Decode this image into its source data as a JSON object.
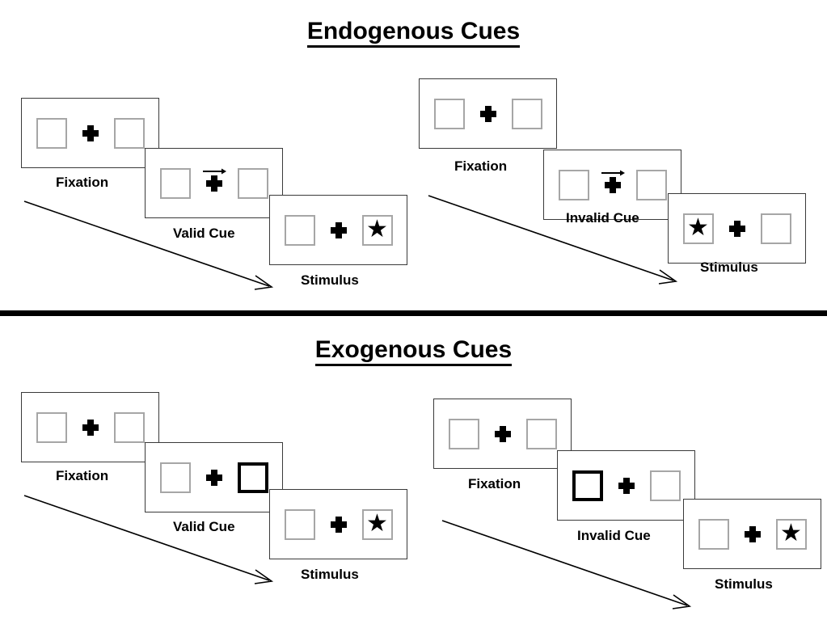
{
  "figure": {
    "sections": [
      {
        "id": "endogenous",
        "title": "Endogenous Cues",
        "sequences": [
          {
            "id": "endogenous-valid",
            "condition_label": "Valid Cue",
            "frames": [
              {
                "label": "Fixation",
                "cue_type": "none",
                "cue_side": "none",
                "target_side": "none"
              },
              {
                "label": "Valid Cue",
                "cue_type": "arrow",
                "cue_side": "right",
                "target_side": "none"
              },
              {
                "label": "Stimulus",
                "cue_type": "none",
                "cue_side": "none",
                "target_side": "right"
              }
            ]
          },
          {
            "id": "endogenous-invalid",
            "condition_label": "Invalid Cue",
            "frames": [
              {
                "label": "Fixation",
                "cue_type": "none",
                "cue_side": "none",
                "target_side": "none"
              },
              {
                "label": "Invalid Cue",
                "cue_type": "arrow",
                "cue_side": "right",
                "target_side": "none"
              },
              {
                "label": "Stimulus",
                "cue_type": "none",
                "cue_side": "none",
                "target_side": "left"
              }
            ]
          }
        ]
      },
      {
        "id": "exogenous",
        "title": "Exogenous Cues",
        "sequences": [
          {
            "id": "exogenous-valid",
            "condition_label": "Valid Cue",
            "frames": [
              {
                "label": "Fixation",
                "cue_type": "none",
                "cue_side": "none",
                "target_side": "none"
              },
              {
                "label": "Valid Cue",
                "cue_type": "box-highlight",
                "cue_side": "right",
                "target_side": "none"
              },
              {
                "label": "Stimulus",
                "cue_type": "none",
                "cue_side": "none",
                "target_side": "right"
              }
            ]
          },
          {
            "id": "exogenous-invalid",
            "condition_label": "Invalid Cue",
            "frames": [
              {
                "label": "Fixation",
                "cue_type": "none",
                "cue_side": "none",
                "target_side": "none"
              },
              {
                "label": "Invalid Cue",
                "cue_type": "box-highlight",
                "cue_side": "left",
                "target_side": "none"
              },
              {
                "label": "Stimulus",
                "cue_type": "none",
                "cue_side": "none",
                "target_side": "right"
              }
            ]
          }
        ]
      }
    ],
    "glyphs": {
      "target": "★",
      "fixation": "✚",
      "cue_arrow": "→"
    },
    "colors": {
      "ink": "#000000",
      "panel_border": "#3a3a3a",
      "box_border": "#a6a6a6",
      "cued_box_border": "#000000",
      "background": "#ffffff"
    }
  }
}
